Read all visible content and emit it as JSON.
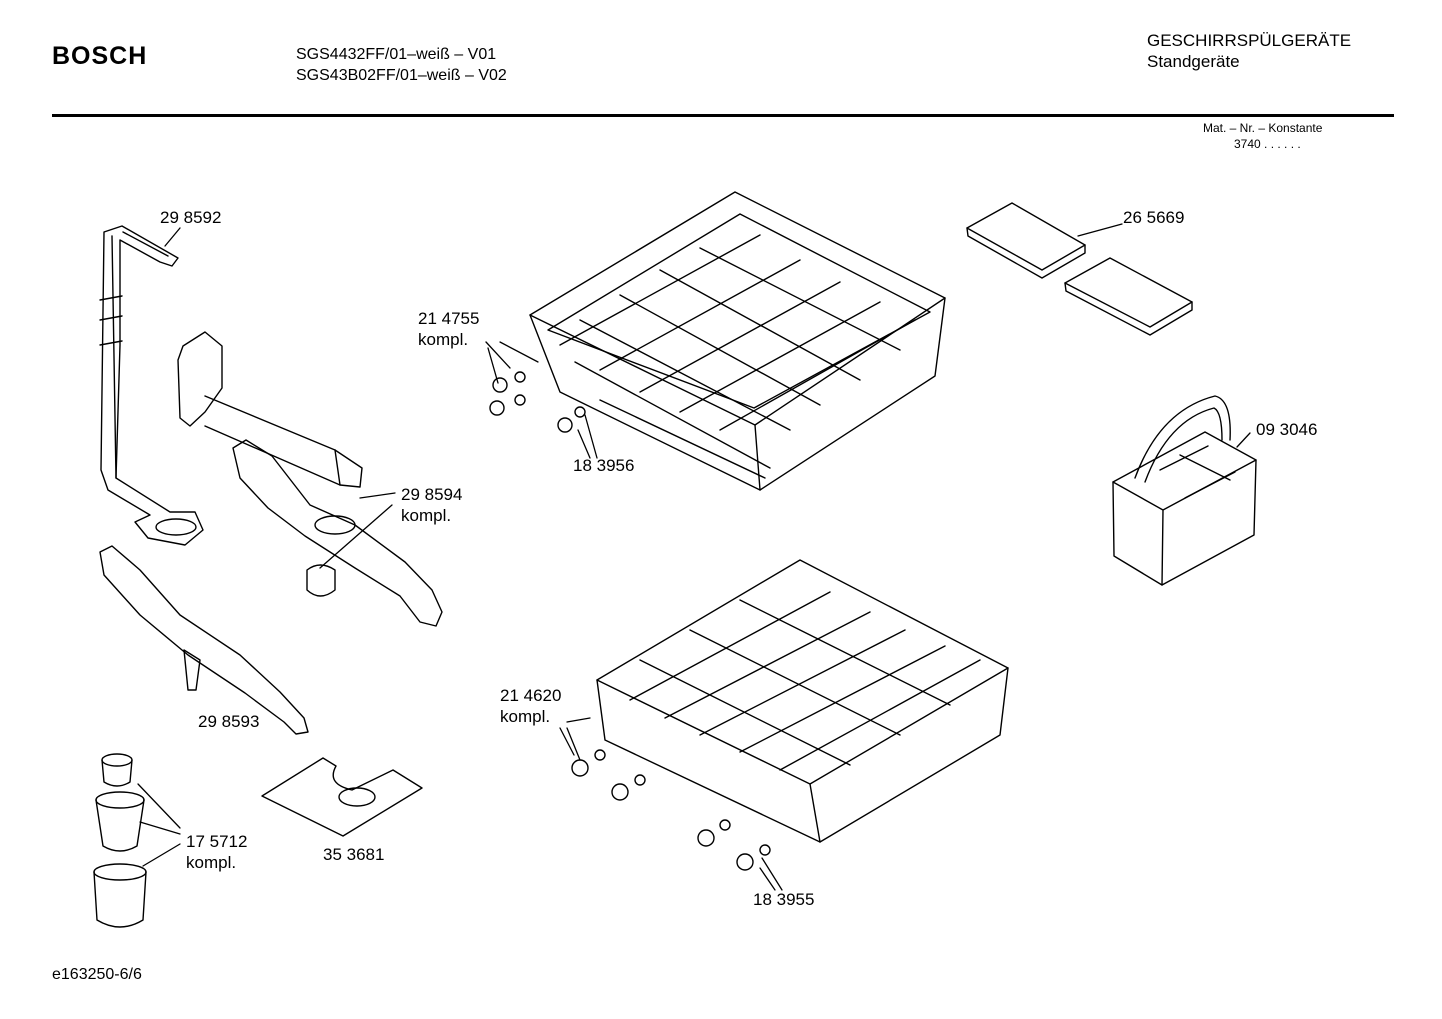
{
  "header": {
    "brand": "BOSCH",
    "model_lines": [
      "SGS4432FF/01–weiß – V01",
      "SGS43B02FF/01–weiß – V02"
    ],
    "category": "GESCHIRRSPÜLGERÄTE",
    "subcategory": "Standgeräte",
    "mat_header": "Mat. – Nr. – Konstante",
    "mat_value": "3740  .  .    .  .  .  ."
  },
  "parts": [
    {
      "number": "29 8592",
      "suffix": ""
    },
    {
      "number": "21 4755",
      "suffix": "kompl."
    },
    {
      "number": "26 5669",
      "suffix": ""
    },
    {
      "number": "18 3956",
      "suffix": ""
    },
    {
      "number": "09 3046",
      "suffix": ""
    },
    {
      "number": "29 8594",
      "suffix": "kompl."
    },
    {
      "number": "29 8593",
      "suffix": ""
    },
    {
      "number": "21 4620",
      "suffix": "kompl."
    },
    {
      "number": "17 5712",
      "suffix": "kompl."
    },
    {
      "number": "35 3681",
      "suffix": ""
    },
    {
      "number": "18 3955",
      "suffix": ""
    }
  ],
  "footer": {
    "diagram_id": "e163250-6/6"
  }
}
